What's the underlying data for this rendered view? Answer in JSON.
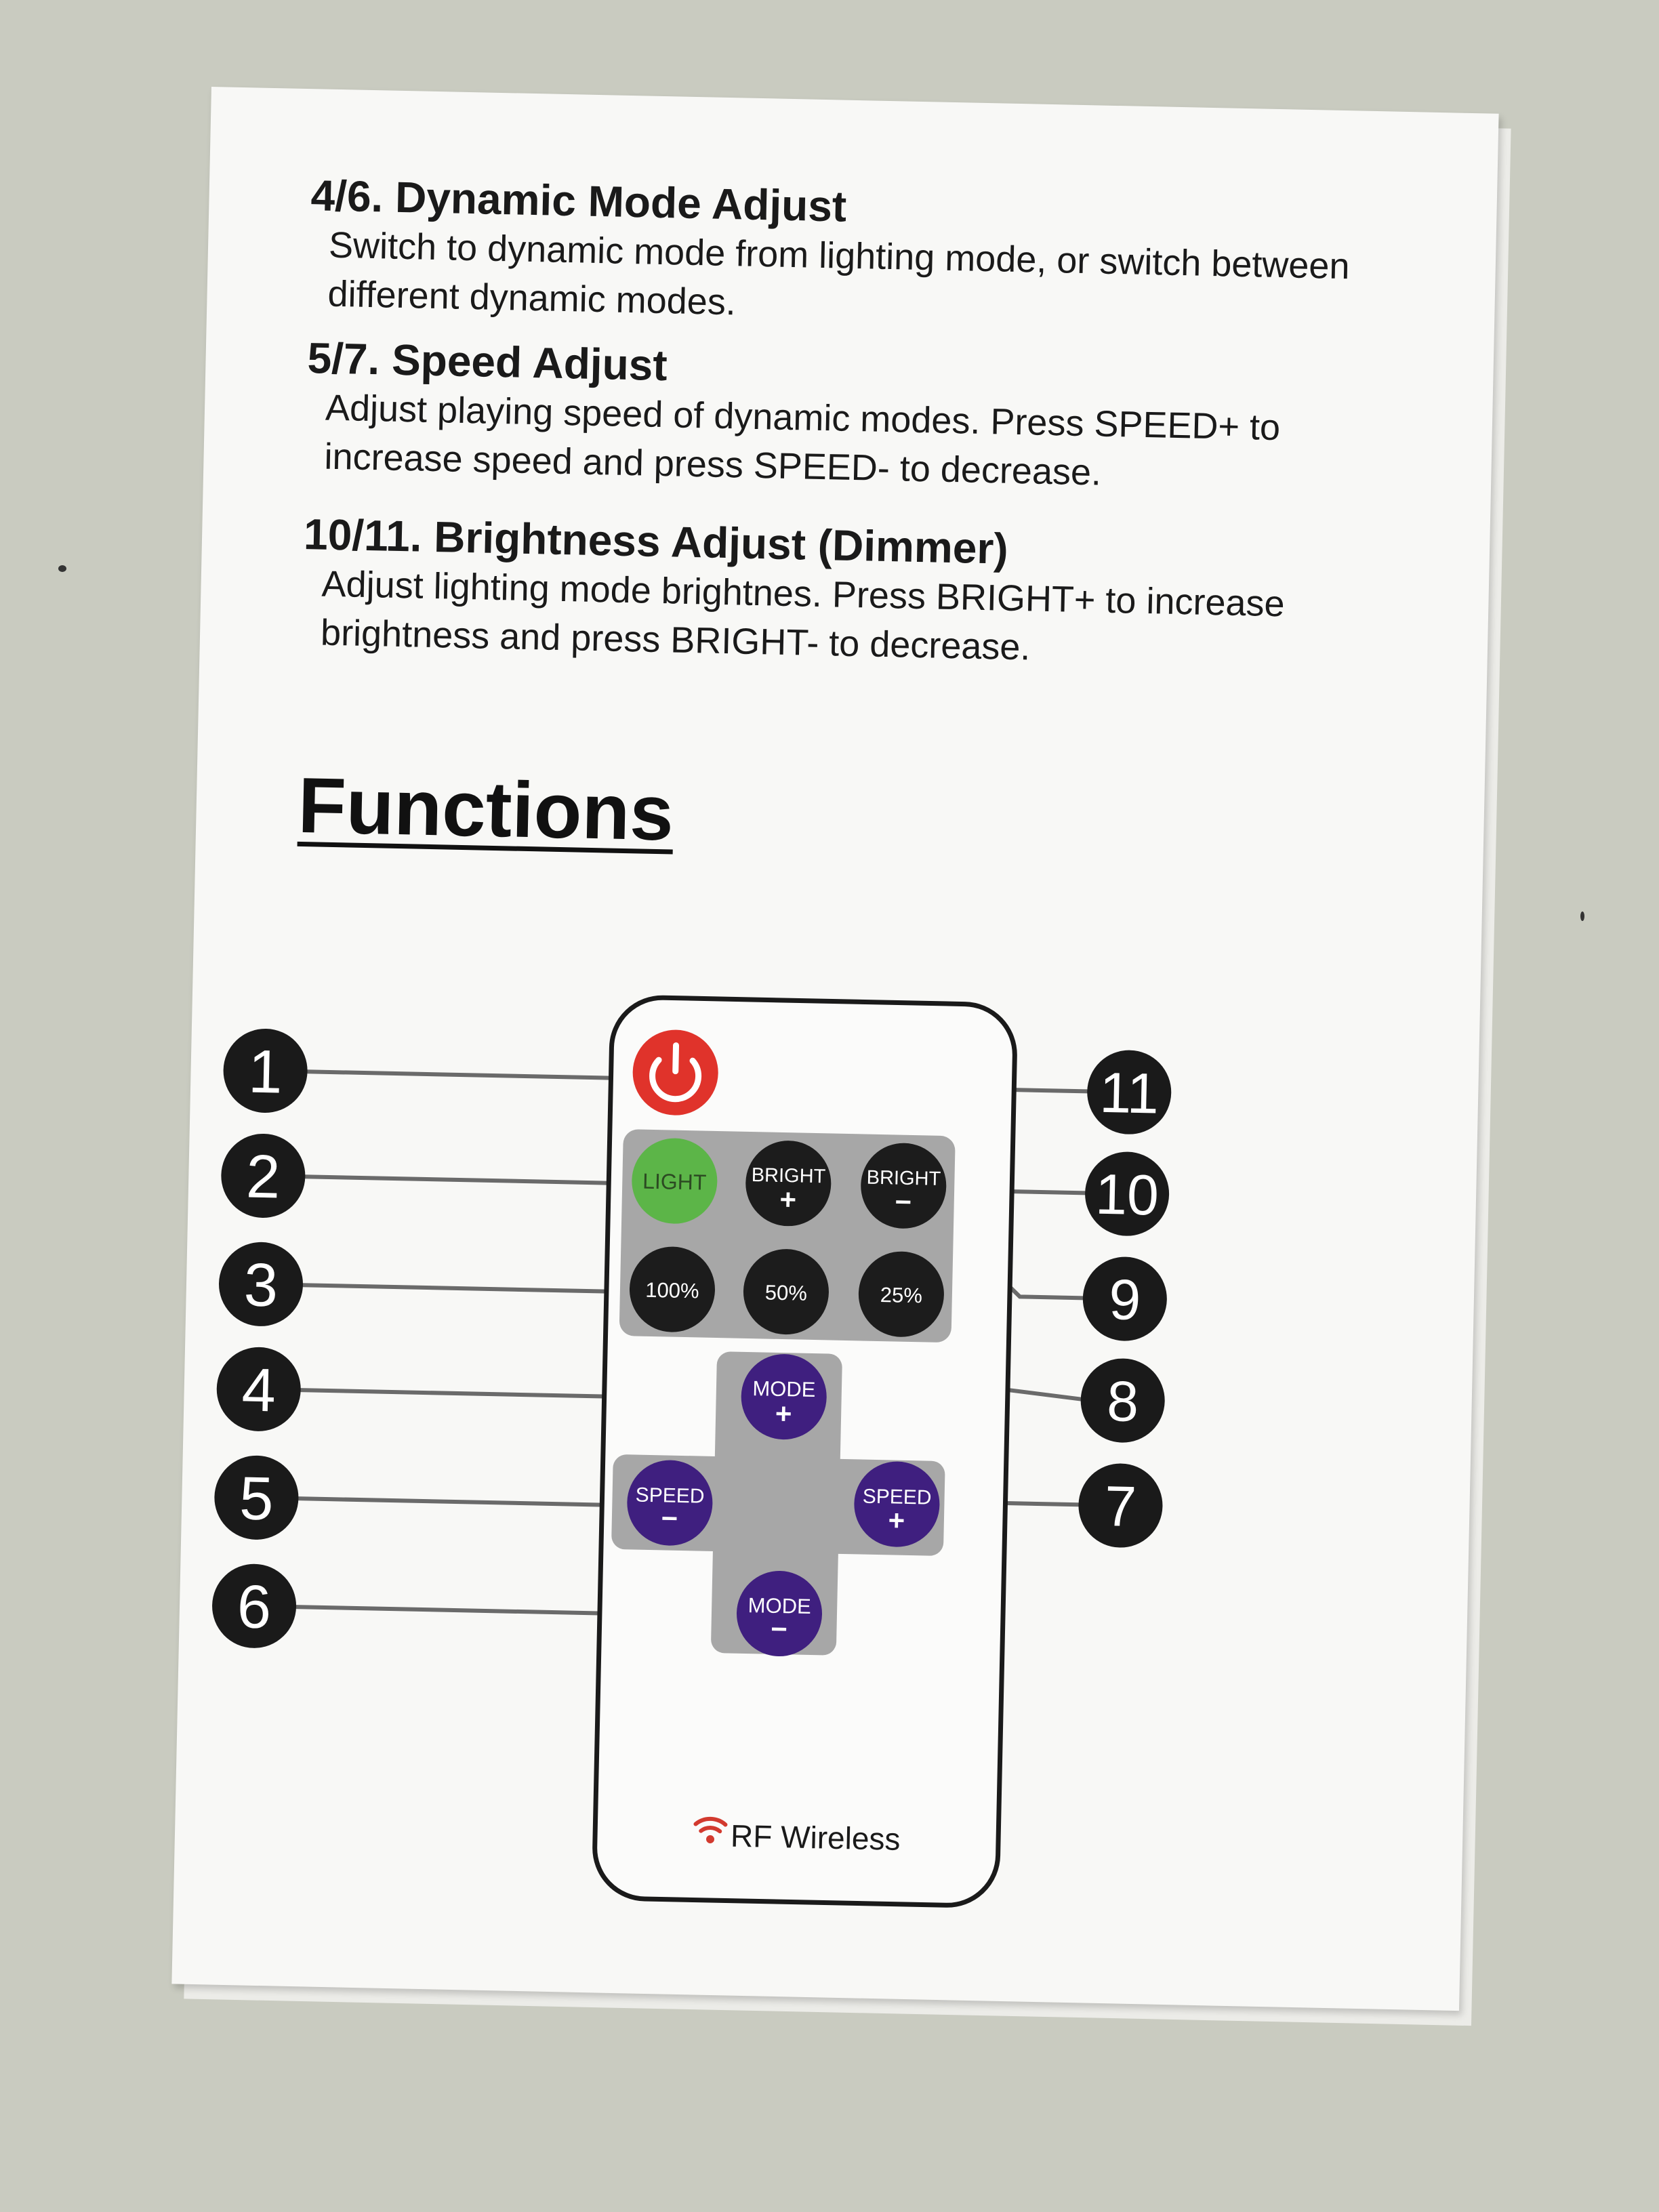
{
  "sections": [
    {
      "heading": "4/6. Dynamic Mode Adjust",
      "body": "Switch to dynamic mode from lighting mode, or switch between different dynamic modes."
    },
    {
      "heading": "5/7. Speed Adjust",
      "body": "Adjust playing speed of dynamic modes. Press SPEED+ to increase speed and press SPEED- to decrease."
    },
    {
      "heading": "10/11. Brightness Adjust (Dimmer)",
      "body": "Adjust lighting mode brightnes. Press BRIGHT+ to increase brightness and press BRIGHT- to decrease."
    }
  ],
  "functions_title": "Functions",
  "remote": {
    "buttons": {
      "light": "LIGHT",
      "bright_plus_label": "BRIGHT",
      "bright_plus_sign": "+",
      "bright_minus_label": "BRIGHT",
      "bright_minus_sign": "−",
      "p100": "100%",
      "p50": "50%",
      "p25": "25%",
      "mode_plus_label": "MODE",
      "mode_plus_sign": "+",
      "mode_minus_label": "MODE",
      "mode_minus_sign": "−",
      "speed_minus_label": "SPEED",
      "speed_minus_sign": "−",
      "speed_plus_label": "SPEED",
      "speed_plus_sign": "+"
    },
    "footer": "RF Wireless"
  },
  "callouts": {
    "left": [
      "1",
      "2",
      "3",
      "4",
      "5",
      "6"
    ],
    "right": [
      "11",
      "10",
      "9",
      "8",
      "7"
    ]
  },
  "colors": {
    "power": "#e0332b",
    "light": "#5cb548",
    "black_button": "#1c1c1c",
    "purple_button": "#3f1f7f",
    "panel_gray": "#a7a7a7"
  }
}
